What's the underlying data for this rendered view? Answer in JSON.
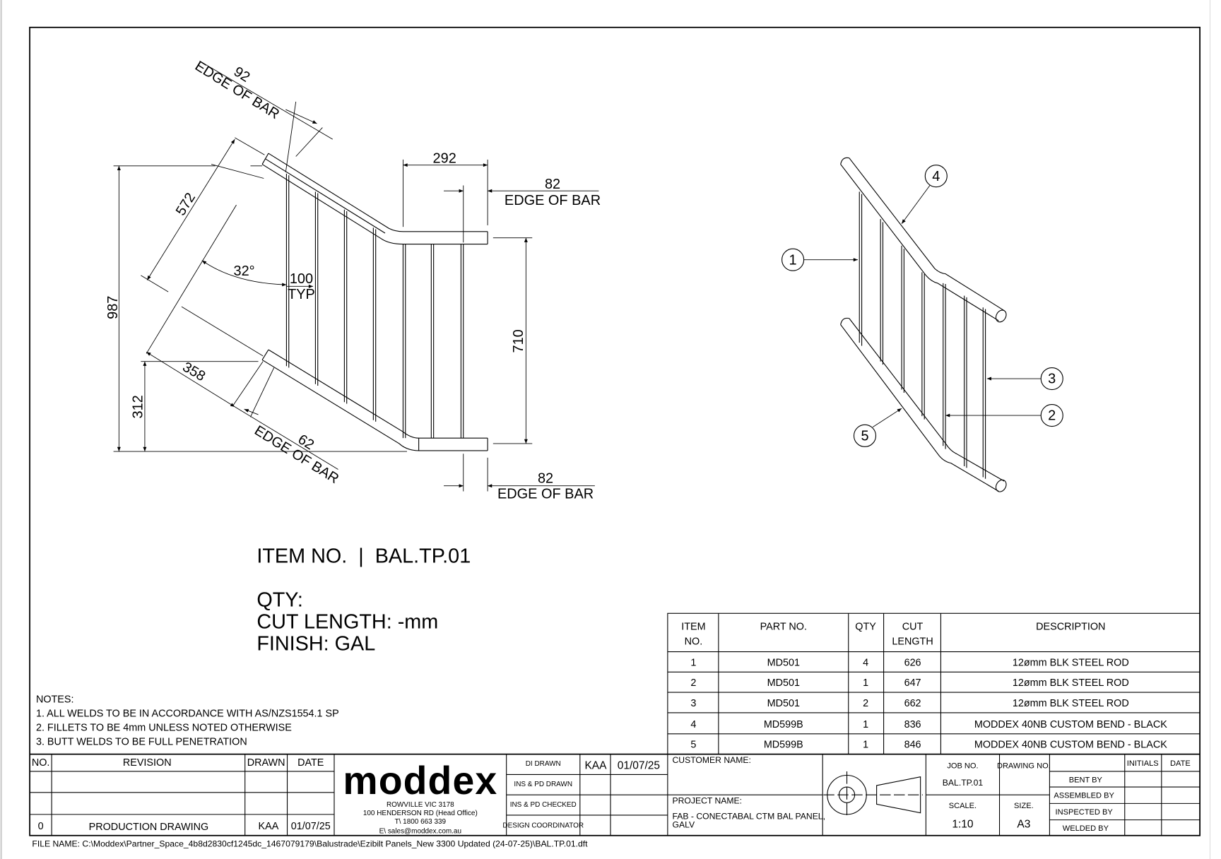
{
  "drawing": {
    "dims": {
      "top_edge_value": "92",
      "top_edge_label": "EDGE OF BAR",
      "width_top": "292",
      "right_top_value": "82",
      "right_top_label": "EDGE OF BAR",
      "diag_length": "572",
      "angle": "32°",
      "spacing_value": "100",
      "spacing_label": "TYP",
      "overall_height": "987",
      "inner_height": "710",
      "lower_height": "312",
      "lower_diag": "358",
      "bottom_edge_value": "62",
      "bottom_edge_label": "EDGE OF BAR",
      "right_bottom_value": "82",
      "right_bottom_label": "EDGE OF BAR"
    },
    "balloons": [
      "1",
      "2",
      "3",
      "4",
      "5"
    ]
  },
  "item_info": {
    "item_label": "ITEM NO.  |  BAL.TP.01",
    "qty": "QTY:",
    "cut_length": "CUT LENGTH: -mm",
    "finish": "FINISH: GAL"
  },
  "notes": {
    "title": "NOTES:",
    "lines": [
      "1. ALL WELDS TO BE IN ACCORDANCE WITH AS/NZS1554.1 SP",
      "2. FILLETS TO BE 4mm UNLESS NOTED OTHERWISE",
      "3. BUTT WELDS TO BE FULL PENETRATION"
    ]
  },
  "parts_table": {
    "headers": {
      "item_1": "ITEM",
      "item_2": "NO.",
      "part": "PART NO.",
      "qty": "QTY",
      "cut_1": "CUT",
      "cut_2": "LENGTH",
      "desc": "DESCRIPTION"
    },
    "rows": [
      {
        "item": "1",
        "part": "MD501",
        "qty": "4",
        "cut": "626",
        "desc": "12ømm BLK STEEL ROD"
      },
      {
        "item": "2",
        "part": "MD501",
        "qty": "1",
        "cut": "647",
        "desc": "12ømm BLK STEEL ROD"
      },
      {
        "item": "3",
        "part": "MD501",
        "qty": "2",
        "cut": "662",
        "desc": "12ømm BLK STEEL ROD"
      },
      {
        "item": "4",
        "part": "MD599B",
        "qty": "1",
        "cut": "836",
        "desc": "MODDEX 40NB CUSTOM BEND - BLACK"
      },
      {
        "item": "5",
        "part": "MD599B",
        "qty": "1",
        "cut": "846",
        "desc": "MODDEX 40NB CUSTOM BEND - BLACK"
      }
    ]
  },
  "revision_table": {
    "headers": {
      "no": "NO.",
      "revision": "REVISION",
      "drawn": "DRAWN",
      "date": "DATE"
    },
    "row": {
      "no": "0",
      "revision": "PRODUCTION DRAWING",
      "drawn": "KAA",
      "date": "01/07/25"
    }
  },
  "logo": {
    "text": "moddex",
    "color": "#f7820f",
    "address_1": "ROWVILLE VIC 3178",
    "address_2": "100 HENDERSON RD (Head Office)",
    "phone": "T\\ 1800 663 339",
    "email": "E\\ sales@moddex.com.au"
  },
  "signoff": {
    "di_drawn": "DI DRAWN",
    "di_drawn_by": "KAA",
    "di_drawn_date": "01/07/25",
    "ins_pd_drawn": "INS & PD DRAWN",
    "ins_pd_checked": "INS & PD CHECKED",
    "design_coordinator": "DESIGN COORDINATOR"
  },
  "project": {
    "customer_label": "CUSTOMER NAME:",
    "project_label": "PROJECT NAME:",
    "project_name_1": "FAB - CONECTABAL CTM BAL PANEL,",
    "project_name_2": "GALV"
  },
  "job": {
    "job_no_label": "JOB NO.",
    "job_no": "BAL.TP.01",
    "drawing_no_label": "DRAWING NO.",
    "scale_label": "SCALE.",
    "scale": "1:10",
    "size_label": "SIZE.",
    "size": "A3"
  },
  "inspection": {
    "initials": "INITIALS",
    "date": "DATE",
    "rows": [
      "BENT BY",
      "ASSEMBLED BY",
      "INSPECTED BY",
      "WELDED BY"
    ]
  },
  "file_name": "FILE NAME: C:\\Moddex\\Partner_Space_4b8d2830cf1245dc_1467079179\\Balustrade\\Ezibilt Panels_New 3300 Updated (24-07-25)\\BAL.TP.01.dft"
}
